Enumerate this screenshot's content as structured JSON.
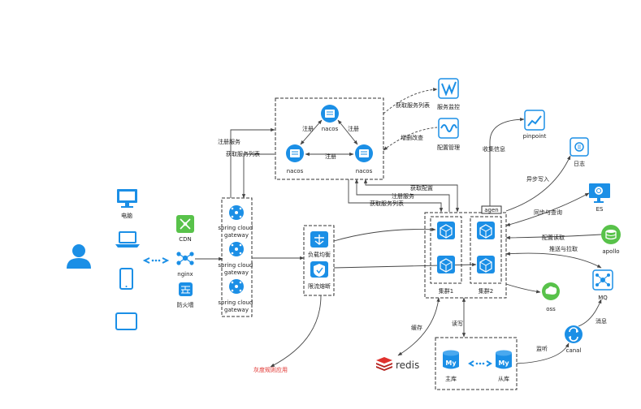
{
  "colors": {
    "accent": "#1b8fe6",
    "green": "#58c24a",
    "red": "#e0312d"
  },
  "clients": {
    "pc": "电脑",
    "laptop_icon": "laptop-icon",
    "phone_icon": "phone-icon",
    "tablet_icon": "tablet-icon"
  },
  "edge": {
    "cdn": "CDN",
    "nginx": "nginx",
    "firewall": "防火墙"
  },
  "gateways": [
    "spring cloud gateway",
    "spring cloud gateway",
    "spring cloud gateway"
  ],
  "nacos": {
    "node": "nacos",
    "register": "注册"
  },
  "monitor": {
    "service_monitor": "服务监控",
    "config_mgmt": "配置管理",
    "get_service_list": "获取服务列表",
    "crud": "增删改查"
  },
  "edges": {
    "register_service": "注册服务",
    "get_service_list": "获取服务列表",
    "get_config": "获取配置",
    "register_service2": "注册服务",
    "get_service_list2": "获取服务列表",
    "collect_info": "收集信息",
    "async_write": "异步写入",
    "sync_query": "同步与查询",
    "config_read": "配置读取",
    "push_pull": "推送与拉取",
    "cache": "缓存",
    "read_write": "读写",
    "listen": "监听",
    "message": "消息"
  },
  "lb": {
    "load_balance": "负载均衡",
    "rate_limit": "限流熔断"
  },
  "gray_rule": "灰度规则应用",
  "cluster": {
    "agent": "agen",
    "c1": "集群1",
    "c2": "集群2"
  },
  "right": {
    "pinpoint": "pinpoint",
    "log": "日志",
    "es": "ES",
    "apollo": "apollo",
    "mq": "MQ",
    "canal": "canal",
    "oss": "oss"
  },
  "db": {
    "redis": "redis",
    "master": "主库",
    "slave": "从库"
  }
}
